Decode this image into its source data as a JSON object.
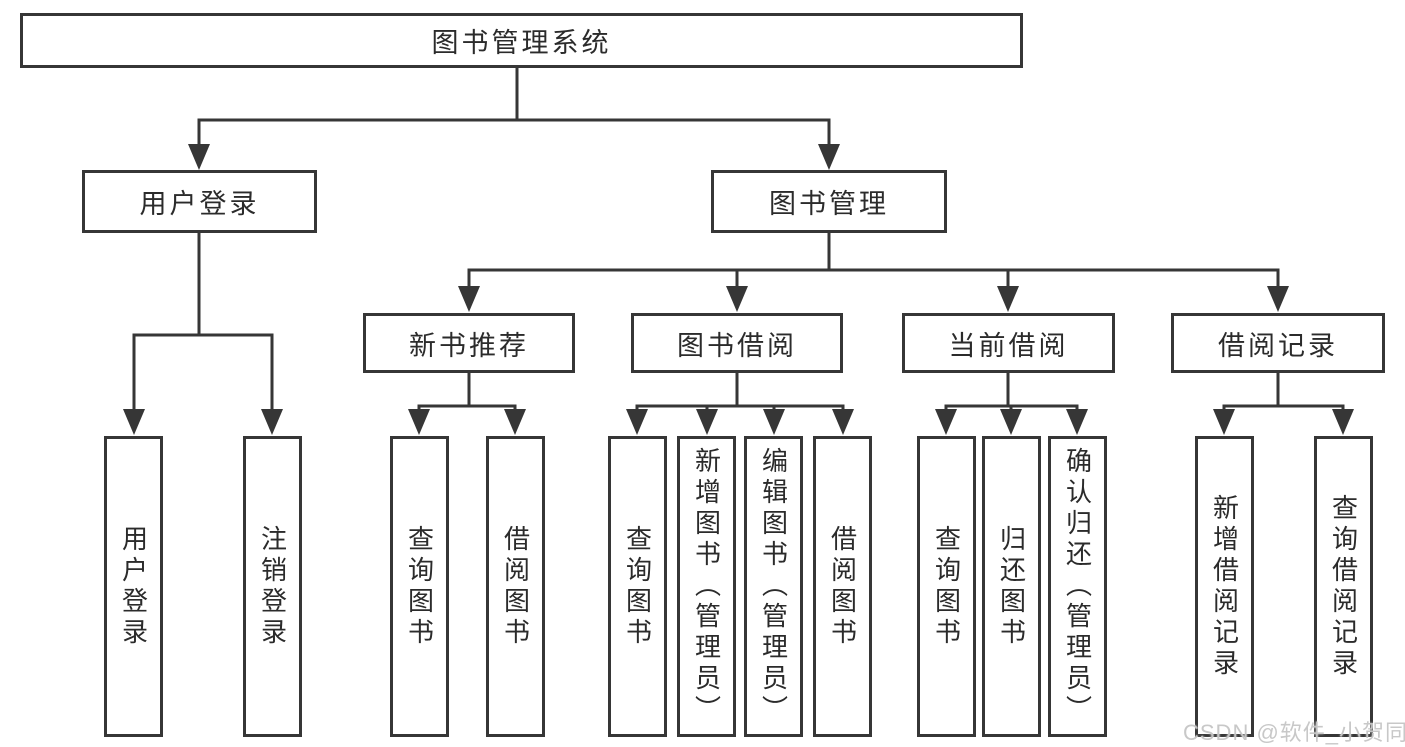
{
  "diagram_title": "图书管理系统",
  "colors": {
    "line": "#363636",
    "box_border": "#363636",
    "text": "#2b2b2b",
    "background": "#ffffff",
    "watermark": "#c5c5c5"
  },
  "root": {
    "label": "图书管理系统"
  },
  "level2": [
    {
      "id": "user-login",
      "label": "用户登录"
    },
    {
      "id": "book-management",
      "label": "图书管理"
    }
  ],
  "level3": [
    {
      "id": "new-book-recommendation",
      "label": "新书推荐",
      "parent": "图书管理"
    },
    {
      "id": "book-borrowing",
      "label": "图书借阅",
      "parent": "图书管理"
    },
    {
      "id": "current-borrowing",
      "label": "当前借阅",
      "parent": "图书管理"
    },
    {
      "id": "borrowing-records",
      "label": "借阅记录",
      "parent": "图书管理"
    }
  ],
  "leaves": [
    {
      "label": "用户登录",
      "parent": "用户登录"
    },
    {
      "label": "注销登录",
      "parent": "用户登录"
    },
    {
      "label": "查询图书",
      "parent": "新书推荐"
    },
    {
      "label": "借阅图书",
      "parent": "新书推荐"
    },
    {
      "label": "查询图书",
      "parent": "图书借阅"
    },
    {
      "label": "新增图书（管理员）",
      "parent": "图书借阅"
    },
    {
      "label": "编辑图书（管理员）",
      "parent": "图书借阅"
    },
    {
      "label": "借阅图书",
      "parent": "图书借阅"
    },
    {
      "label": "查询图书",
      "parent": "当前借阅"
    },
    {
      "label": "归还图书",
      "parent": "当前借阅"
    },
    {
      "label": "确认归还（管理员）",
      "parent": "当前借阅"
    },
    {
      "label": "新增借阅记录",
      "parent": "借阅记录"
    },
    {
      "label": "查询借阅记录",
      "parent": "借阅记录"
    }
  ],
  "watermark": {
    "text": "CSDN @软件_小贺同学"
  }
}
